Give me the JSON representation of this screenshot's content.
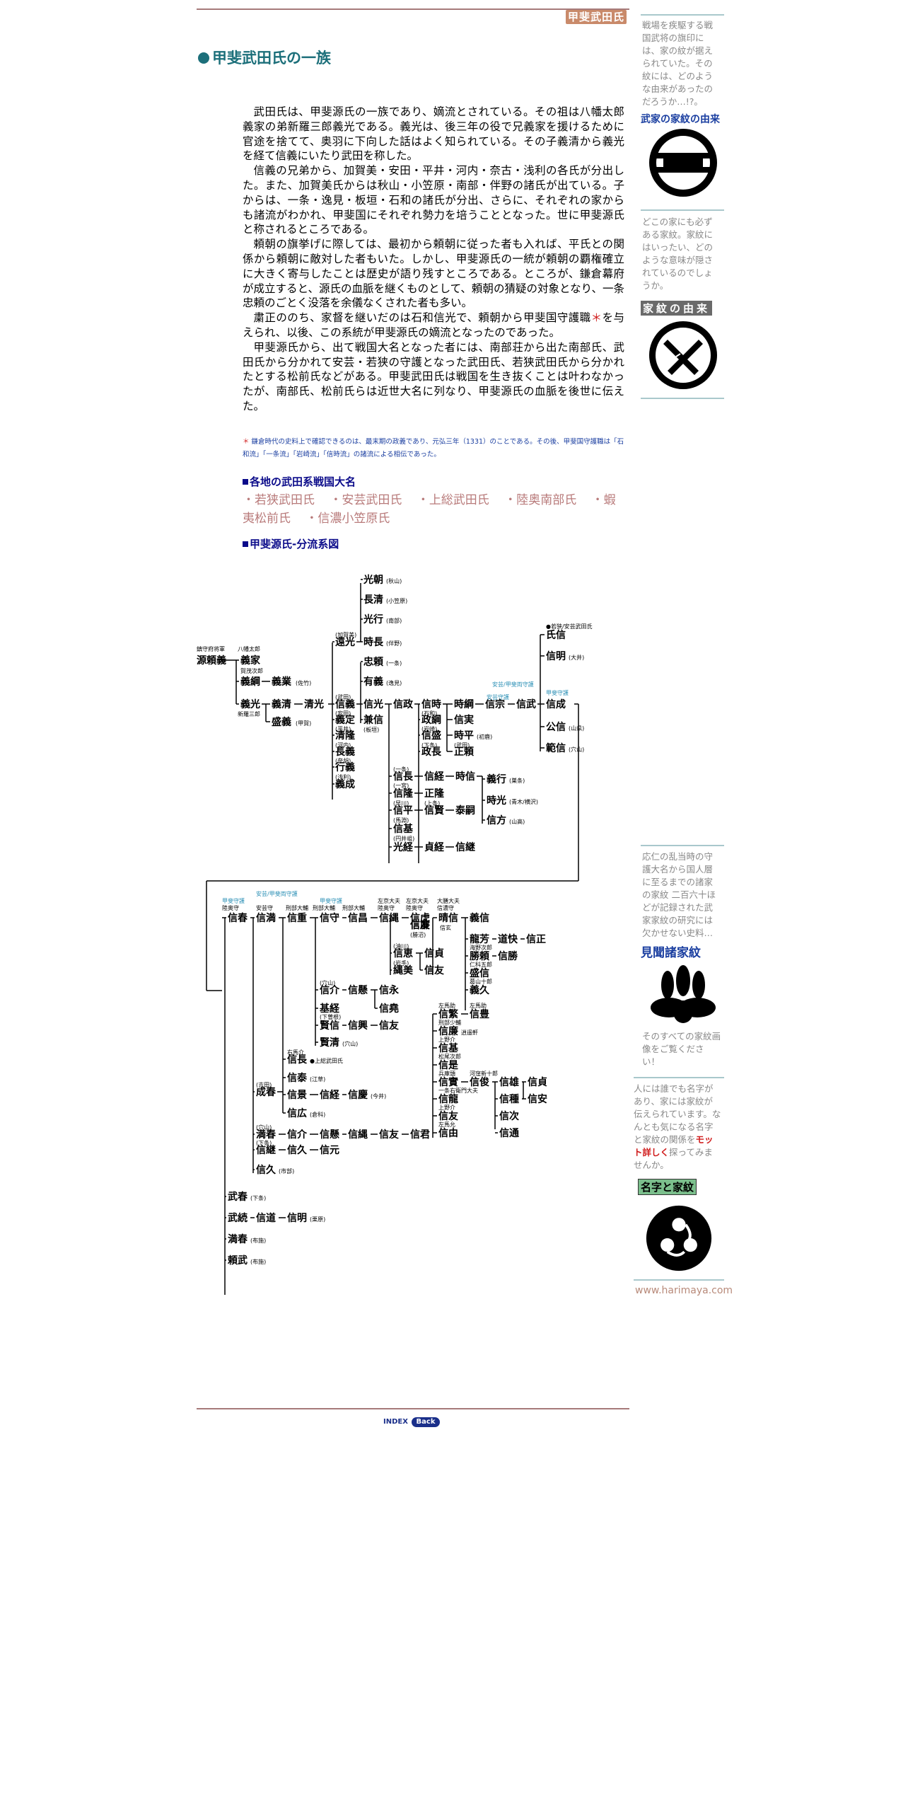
{
  "header": {
    "logo_text": "甲斐武田氏"
  },
  "title": "甲斐武田氏の一族",
  "body": {
    "p1": "武田氏は、甲斐源氏の一族であり、嫡流とされている。その祖は八幡太郎義家の弟新羅三郎義光である。義光は、後三年の役で兄義家を援けるために官途を捨てて、奥羽に下向した話はよく知られている。その子義清から義光を経て信義にいたり武田を称した。",
    "p2": "信義の兄弟から、加賀美・安田・平井・河内・奈古・浅利の各氏が分出した。また、加賀美氏からは秋山・小笠原・南部・伴野の諸氏が出ている。子からは、一条・逸見・板垣・石和の諸氏が分出、さらに、それぞれの家からも諸流がわかれ、甲斐国にそれぞれ勢力を培うこととなった。世に甲斐源氏と称されるところである。",
    "p3": "頼朝の旗挙げに際しては、最初から頼朝に従った者も入れば、平氏との関係から頼朝に敵対した者もいた。しかし、甲斐源氏の一統が頼朝の覇権確立に大きく寄与したことは歴史が語り残すところである。ところが、鎌倉幕府が成立すると、源氏の血脈を継くものとして、頼朝の猜疑の対象となり、一条忠頼のごとく没落を余儀なくされた者も多い。",
    "p4a": "粛正ののち、家督を継いだのは石和信光で、頼朝から甲斐国守護職",
    "p4star": "＊",
    "p4b": "を与えられ、以後、この系統が甲斐源氏の嫡流となったのであった。",
    "p5": "甲斐源氏から、出て戦国大名となった者には、南部荘から出た南部氏、武田氏から分かれて安芸・若狭の守護となった武田氏、若狭武田氏から分かれたとする松前氏などがある。甲斐武田氏は戦国を生き抜くことは叶わなかったが、南部氏、松前氏らは近世大名に列なり、甲斐源氏の血脈を後世に伝えた。"
  },
  "note": {
    "star": "＊",
    "text": "鎌倉時代の史料上で確認できるのは、最末期の政義であり、元弘三年（1331）のことである。その後、甲斐国守護職は「石和流」「一条流」「岩崎流」「信時流」の諸流による相伝であった。"
  },
  "sections": {
    "daimyo": "各地の武田系戦国大名",
    "tree": "甲斐源氏-分流系図"
  },
  "daimyo_links": [
    "若狭武田氏",
    "安芸武田氏",
    "上総武田氏",
    "陸奥南部氏",
    "蝦夷松前氏",
    "信濃小笠原氏"
  ],
  "nav": {
    "index": "INDEX",
    "back": "Back"
  },
  "sidebar": {
    "b1_text": "戦場を疾駆する戦国武将の旗印には、家の紋が据えられていた。その紋には、どのような由来があったのだろうか…!?。",
    "b1_badge": "武家の家紋の由来",
    "b2_text": "どこの家にも必ずある家紋。家紋にはいったい、どのような意味が隠されているのでしょうか。",
    "b2_badge": "家紋の由来",
    "b3_text": "応仁の乱当時の守護大名から国人層に至るまでの諸家の家紋 二百六十ほどが記録された武家家紋の研究には欠かせない史料…",
    "b3_badge": "見聞諸家紋",
    "b3_after": "そのすべての家紋画像をご覧ください！",
    "b4_text1": "人には誰でも名字があり、家には家紋が伝えられています。なんとも気になる名字と家紋の関係を",
    "b4_link": "モット詳しく",
    "b4_text2": "探ってみませんか。",
    "b4_badge": "名字と家紋",
    "site_link": "www.harimaya.com"
  },
  "colors": {
    "teal": "#1c6f7a",
    "navy": "#0b0b8a",
    "rose": "#b87a7a",
    "red": "#d01c1c",
    "rule": "#a67a7a"
  },
  "tree": {
    "names": {
      "n1": "源頼義",
      "n2": "義家",
      "n3": "義綱",
      "n4": "義光",
      "n5": "義業",
      "n6": "義清",
      "n7": "清光",
      "n8": "盛義",
      "n9": "遠光",
      "n10": "信義",
      "n11": "義定",
      "n12": "清隆",
      "n13": "長義",
      "n14": "行義",
      "n15": "義成",
      "n16": "光朝",
      "n17": "長清",
      "n18": "光行",
      "n19": "時長",
      "n20": "忠頼",
      "n21": "有義",
      "n22": "信光",
      "n23": "兼信",
      "n24": "信政",
      "n25": "信時",
      "n26": "政綱",
      "n27": "信盛",
      "n28": "政長",
      "n29": "時綱",
      "n30": "信宗",
      "n31": "信武",
      "n32": "信実",
      "n33": "時平",
      "n34": "正頼",
      "n35": "氏信",
      "n36": "信明",
      "n37": "信成",
      "n38": "公信",
      "n39": "範信",
      "n40": "信長",
      "n41": "信経",
      "n42": "時信",
      "n43": "信隆",
      "n44": "正隆",
      "n45": "信平",
      "n46": "信賢",
      "n47": "泰嗣",
      "n48": "信基",
      "n49": "光経",
      "n50": "貞経",
      "n51": "信継",
      "n52": "義行",
      "n53": "時光",
      "n54": "信方",
      "n60": "信春",
      "n61": "信満",
      "n62": "信重",
      "n63": "信守",
      "n64": "信昌",
      "n65": "信縄",
      "n66": "信虎",
      "n67": "晴信",
      "n68": "信廉",
      "n69": "信恵",
      "n70": "縄美",
      "n71": "信貞",
      "n72": "信友",
      "n73": "義信",
      "n74": "龍芳",
      "n75": "道快",
      "n76": "信正",
      "n77": "勝頼",
      "n78": "信勝",
      "n79": "盛信",
      "n80": "義久",
      "n81": "信繁",
      "n82": "信豊",
      "n83": "信介",
      "n84": "信懸",
      "n85": "信永",
      "n86": "信堯",
      "n87": "基経",
      "n88": "賢信",
      "n89": "信興",
      "n90": "賢清",
      "n91": "信長",
      "n92": "信泰",
      "n93": "成春",
      "n94": "信景",
      "n95": "信経",
      "n96": "信慶",
      "n97": "信広",
      "n98": "満春",
      "n99": "信介",
      "n100": "信懸",
      "n101": "信縄",
      "n102": "信友",
      "n103": "信君",
      "n104": "信継",
      "n105": "信久",
      "n106": "信元",
      "n107": "信久",
      "n108": "武春",
      "n109": "武続",
      "n110": "信道",
      "n111": "信明",
      "n112": "満春",
      "n113": "頼武",
      "n114": "信是",
      "n115": "信實",
      "n116": "信俊",
      "n117": "信雄",
      "n118": "信貞",
      "n119": "信龍",
      "n120": "信種",
      "n121": "信安",
      "n122": "信友",
      "n123": "信次",
      "n124": "信由",
      "n125": "信通",
      "n126": "信基"
    },
    "labels": {
      "l1": "鎮守府将軍",
      "l2": "八幡太郎",
      "l3": "賀茂次郎",
      "l4": "新羅三郎",
      "l5": "(佐竹)",
      "l6": "(甲賀)",
      "l7": "(加賀美)",
      "l8": "(武田)",
      "l9": "(安田)",
      "l10": "(平井)",
      "l11": "(河内)",
      "l12": "(奈胡)",
      "l13": "(浅利)",
      "l14": "(秋山)",
      "l15": "(小笠原)",
      "l16": "(南部)",
      "l17": "(伴野)",
      "l18": "(一条)",
      "l19": "(逸見)",
      "l20": "(板垣)",
      "l21": "(石和)",
      "l22": "(岩崎)",
      "l23": "(下条)",
      "l24": "(初鹿)",
      "l25": "(武田)",
      "l26": "●若狭/安芸武田氏",
      "l27": "(大井)",
      "l28": "(山県)",
      "l29": "(穴山)",
      "l30": "(一条)",
      "l31": "(一宮)",
      "l32": "(早川)",
      "l33": "(上条)",
      "l34": "(馬淵)",
      "l35": "(円井岨)",
      "l36": "(巣条)",
      "l37": "(青木/横沢)",
      "l38": "(山高)",
      "l39": "安芸/甲斐両守護",
      "l40": "安芸守護",
      "l41": "甲斐守護",
      "l42": "甲斐守護",
      "l43": "陸奥守",
      "l44": "安芸/甲斐両守護",
      "l45": "安芸守",
      "l46": "刑部大輔",
      "l47": "刑部大輔",
      "l48": "甲斐守護",
      "l49": "刑部大輔",
      "l50": "刑部少輔",
      "l51": "陸奥守",
      "l52": "左京大夫",
      "l53": "左京大夫",
      "l54": "陸奥守",
      "l55": "大膳大夫",
      "l56": "信濃守",
      "l57": "信玄",
      "l58": "(勝沼)",
      "l59": "(油川)",
      "l60": "(岩手)",
      "l61": "海野次郎",
      "l62": "仁科五郎",
      "l63": "葛山十郎",
      "l64": "左馬助",
      "l65": "左馬助",
      "l66": "(穴山)",
      "l67": "(下曽根)",
      "l68": "(穴山)",
      "l69": "右馬介",
      "l70": "●上総武田氏",
      "l71": "(江草)",
      "l72": "(吉田)",
      "l73": "(今井)",
      "l74": "(倉科)",
      "l75": "(穴山)",
      "l76": "(下条)",
      "l77": "(市部)",
      "l78": "(下条)",
      "l79": "(栗原)",
      "l80": "(布施)",
      "l81": "(布施)",
      "l82": "刑部少輔",
      "l83": "逍遥軒",
      "l84": "上野介",
      "l85": "松尾次郎",
      "l86": "兵庫頭",
      "l87": "河窪新十郎",
      "l88": "一条右衛門大夫",
      "l89": "上野介",
      "l90": "左馬允"
    }
  }
}
